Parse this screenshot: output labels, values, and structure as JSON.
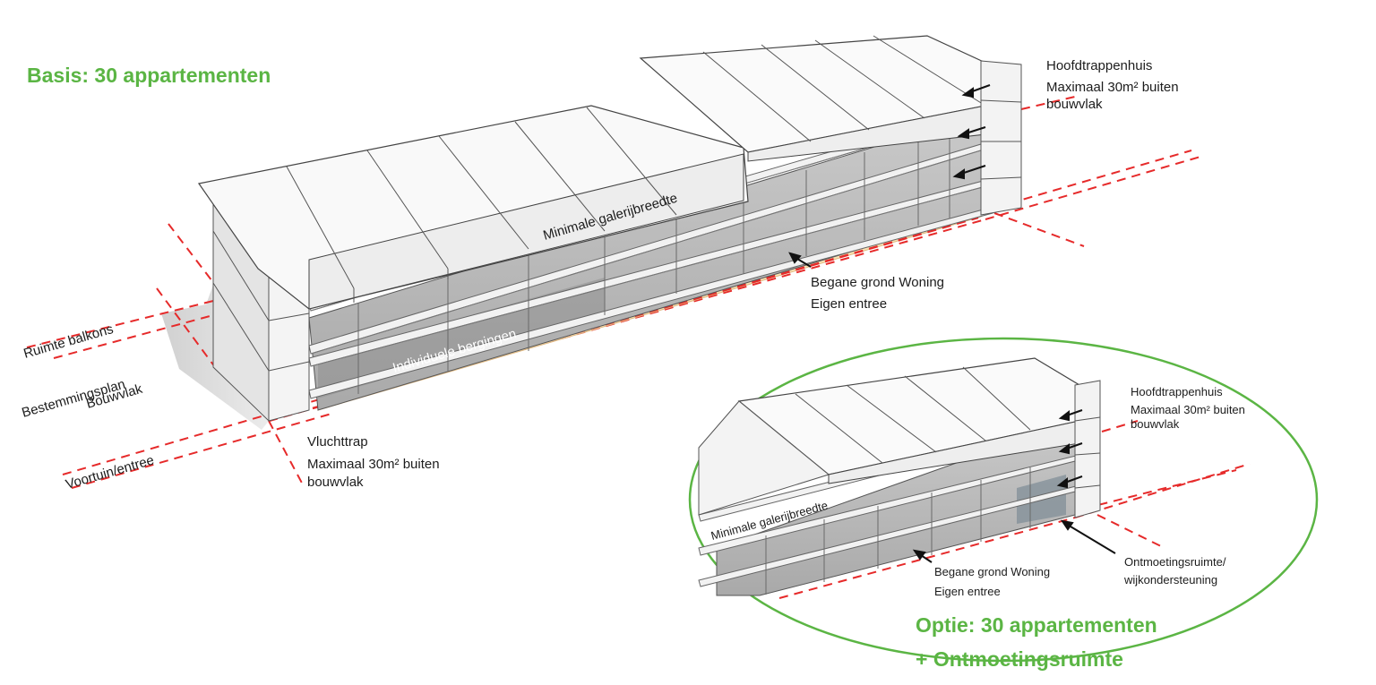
{
  "title_main": "Basis: 30 appartementen",
  "title_option_line1": "Optie: 30 appartementen",
  "title_option_line2": "+ Ontmoetingsruimte",
  "main": {
    "hoofdtrappenhuis": "Hoofdtrappenhuis",
    "hoofdtrappenhuis_note1": "Maximaal 30m² buiten",
    "hoofdtrappenhuis_note2": "bouwvlak",
    "galerij": "Minimale galerijbreedte",
    "begane_grond": "Begane grond Woning",
    "eigen_entree": "Eigen entree",
    "bergingen": "Individuele bergingen",
    "ruimte_balkons": "Ruimte balkons",
    "bestemmingsplan": "Bestemmingsplan",
    "bouwvlak": "Bouwvlak",
    "voortuin": "Voortuin/entree",
    "vluchttrap": "Vluchttrap",
    "vluchttrap_note1": "Maximaal 30m² buiten",
    "vluchttrap_note2": "bouwvlak"
  },
  "inset": {
    "hoofdtrappenhuis": "Hoofdtrappenhuis",
    "hoofdtrappenhuis_note1": "Maximaal 30m² buiten",
    "hoofdtrappenhuis_note2": "bouwvlak",
    "galerij": "Minimale galerijbreedte",
    "begane_grond": "Begane grond Woning",
    "eigen_entree": "Eigen entree",
    "ontmoeting1": "Ontmoetingsruimte/",
    "ontmoeting2": "wijkondersteuning"
  },
  "colors": {
    "accent_green": "#5bb544",
    "dashed_red": "#e62a2a",
    "ground_strip": "#fbe3b4",
    "block_top": "#f7f7f7",
    "block_side": "#dedede",
    "facade_dark": "#9a9a9a"
  }
}
